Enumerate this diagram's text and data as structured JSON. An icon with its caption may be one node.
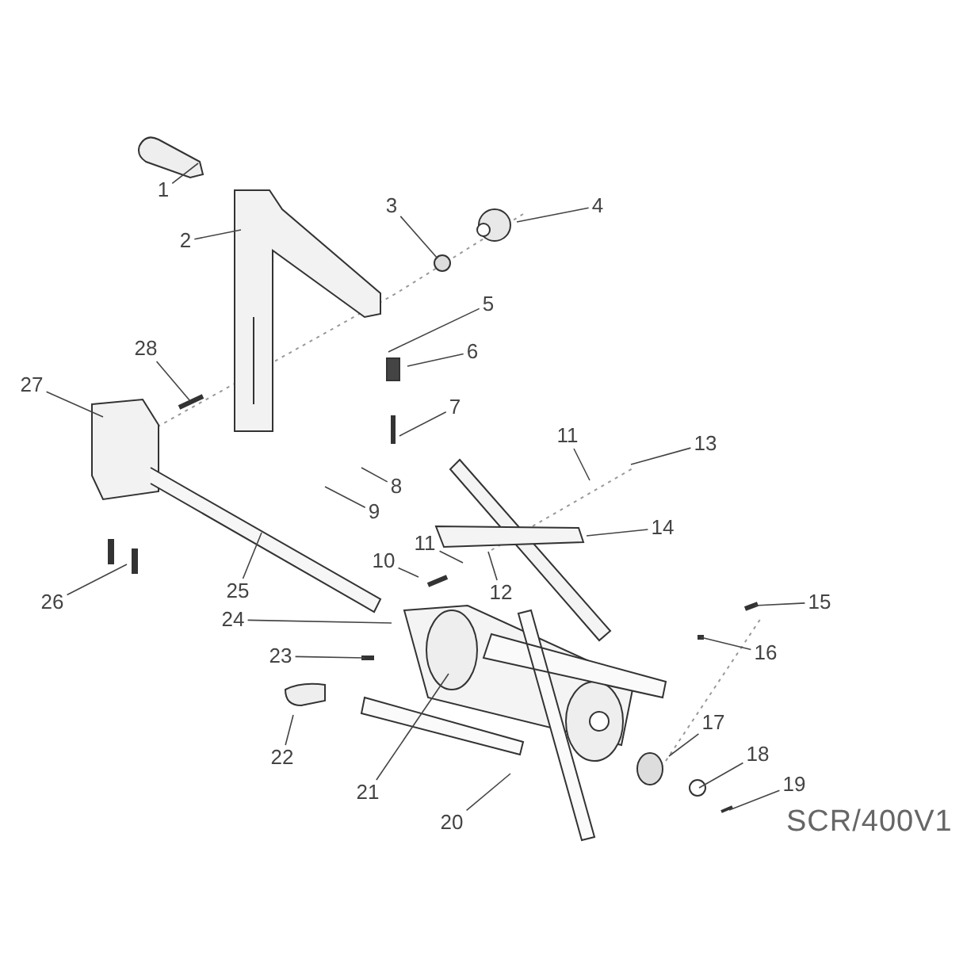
{
  "diagram": {
    "nodes": [
      {
        "text": [
          "1"
        ]
      },
      {
        "text": [
          "2"
        ]
      },
      {
        "text": [
          "3"
        ]
      },
      {
        "text": [
          "4"
        ]
      },
      {
        "text": [
          "5"
        ]
      },
      {
        "text": [
          "6"
        ]
      },
      {
        "text": [
          "7"
        ]
      },
      {
        "text": [
          "8"
        ]
      },
      {
        "text": [
          "9"
        ]
      },
      {
        "text": [
          "10"
        ]
      },
      {
        "text": [
          "11"
        ]
      },
      {
        "text": [
          "11"
        ]
      },
      {
        "text": [
          "12"
        ]
      },
      {
        "text": [
          "13"
        ]
      },
      {
        "text": [
          "14"
        ]
      },
      {
        "text": [
          "15"
        ]
      },
      {
        "text": [
          "16"
        ]
      },
      {
        "text": [
          "17"
        ]
      },
      {
        "text": [
          "18"
        ]
      },
      {
        "text": [
          "19"
        ]
      },
      {
        "text": [
          "20"
        ]
      },
      {
        "text": [
          "21"
        ]
      },
      {
        "text": [
          "22"
        ]
      },
      {
        "text": [
          "23"
        ]
      },
      {
        "text": [
          "24"
        ]
      },
      {
        "text": [
          "25"
        ]
      },
      {
        "text": [
          "26"
        ]
      },
      {
        "text": [
          "27"
        ]
      },
      {
        "text": [
          "28"
        ]
      }
    ],
    "edges": [
      {
        "from": 0,
        "to": null,
        "arrow": "none"
      },
      {
        "from": 1,
        "to": null,
        "arrow": "none"
      },
      {
        "from": 2,
        "to": null,
        "arrow": "none"
      },
      {
        "from": 3,
        "to": null,
        "arrow": "none"
      },
      {
        "from": 4,
        "to": null,
        "arrow": "none"
      },
      {
        "from": 5,
        "to": null,
        "arrow": "none"
      },
      {
        "from": 6,
        "to": null,
        "arrow": "none"
      },
      {
        "from": 7,
        "to": null,
        "arrow": "none"
      },
      {
        "from": 8,
        "to": null,
        "arrow": "none"
      },
      {
        "from": 9,
        "to": null,
        "arrow": "none"
      },
      {
        "from": 10,
        "to": null,
        "arrow": "none"
      },
      {
        "from": 11,
        "to": null,
        "arrow": "none"
      },
      {
        "from": 12,
        "to": null,
        "arrow": "none"
      },
      {
        "from": 13,
        "to": null,
        "arrow": "none"
      },
      {
        "from": 14,
        "to": null,
        "arrow": "none"
      },
      {
        "from": 15,
        "to": null,
        "arrow": "none"
      },
      {
        "from": 16,
        "to": null,
        "arrow": "none"
      },
      {
        "from": 17,
        "to": null,
        "arrow": "none"
      },
      {
        "from": 18,
        "to": null,
        "arrow": "none"
      },
      {
        "from": 19,
        "to": null,
        "arrow": "none"
      },
      {
        "from": 20,
        "to": null,
        "arrow": "none"
      },
      {
        "from": 21,
        "to": null,
        "arrow": "none"
      },
      {
        "from": 22,
        "to": null,
        "arrow": "none"
      },
      {
        "from": 23,
        "to": null,
        "arrow": "none"
      },
      {
        "from": 24,
        "to": null,
        "arrow": "none"
      },
      {
        "from": 25,
        "to": null,
        "arrow": "none"
      },
      {
        "from": 26,
        "to": null,
        "arrow": "none"
      },
      {
        "from": 27,
        "to": null,
        "arrow": "none"
      },
      {
        "from": 28,
        "to": null,
        "arrow": "none"
      }
    ],
    "labels": [
      "SCR/400V1"
    ]
  }
}
